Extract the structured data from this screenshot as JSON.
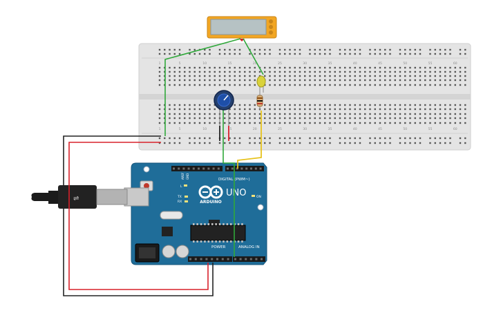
{
  "breadboard": {
    "column_numbers_top": [
      "1",
      "5",
      "10",
      "15",
      "20",
      "25",
      "30",
      "35",
      "40",
      "45",
      "50",
      "55",
      "60"
    ],
    "column_numbers_bottom": [
      "1",
      "5",
      "10",
      "15",
      "20",
      "25",
      "30",
      "35",
      "40",
      "45",
      "50",
      "55",
      "60"
    ]
  },
  "arduino": {
    "logo_text": "ARDUINO",
    "model_text": "UNO",
    "digital_label": "DIGITAL (PWM~)",
    "power_label": "POWER",
    "analog_label": "ANALOG IN",
    "on_label": "ON",
    "tx_label": "TX",
    "rx_label": "RX",
    "l_label": "L",
    "aref_label": "AREF",
    "gnd_label": "GND"
  },
  "colors": {
    "breadboard": "#e4e4e4",
    "board": "#1f6d99",
    "multimeter": "#f2a623",
    "wire_green": "#2fa83a",
    "wire_red": "#d8202a",
    "wire_black": "#222222",
    "wire_yellow": "#e7c21b",
    "led": "#d9d23b",
    "potentiometer": "#1e4fa8"
  }
}
